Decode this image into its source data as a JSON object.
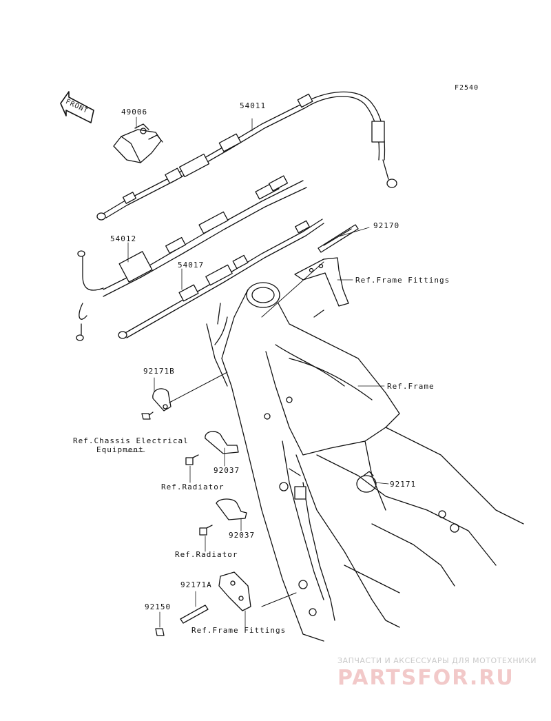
{
  "figure_code": "F2540",
  "front_arrow": "FRONT",
  "parts": {
    "p49006": "49006",
    "p54011": "54011",
    "p54012": "54012",
    "p54017": "54017",
    "p92170": "92170",
    "p92171B": "92171B",
    "p92037a": "92037",
    "p92037b": "92037",
    "p92171": "92171",
    "p92171A": "92171A",
    "p92150": "92150"
  },
  "refs": {
    "frame_fittings_top": "Ref.Frame Fittings",
    "frame": "Ref.Frame",
    "chassis_electrical_line1": "Ref.Chassis Electrical",
    "chassis_electrical_line2": "Equipment",
    "radiator_a": "Ref.Radiator",
    "radiator_b": "Ref.Radiator",
    "frame_fittings_bottom": "Ref.Frame Fittings"
  },
  "watermark": {
    "tagline": "ЗАПЧАСТИ И АКСЕССУАРЫ ДЛЯ МОТОТЕХНИКИ",
    "brand": "PARTSFOR.RU"
  }
}
